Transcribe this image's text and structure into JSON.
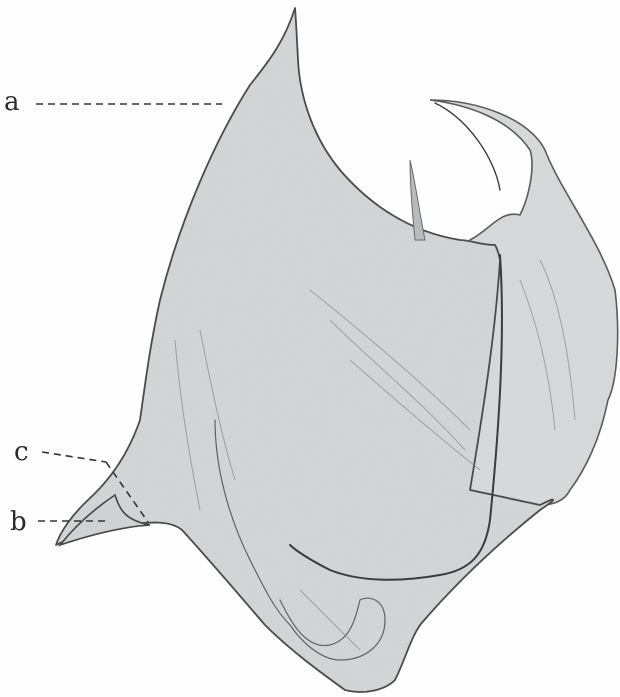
{
  "figure": {
    "labels": {
      "a": "a",
      "b": "b",
      "c": "c"
    },
    "colors": {
      "background": "#ffffff",
      "shell_fill": "#d4d6d8",
      "shell_shade": "#c4c7ca",
      "ink": "#2a2a2a"
    }
  }
}
